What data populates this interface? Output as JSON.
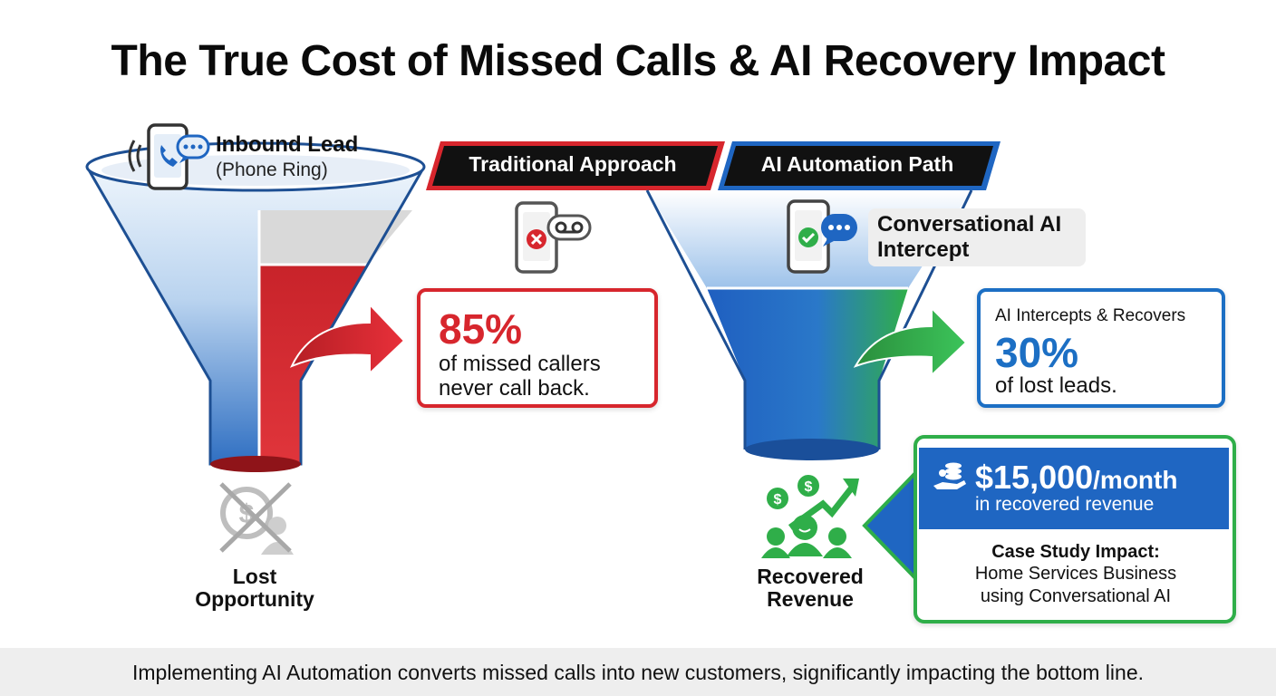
{
  "title": "The True Cost of Missed Calls & AI Recovery Impact",
  "inbound": {
    "title": "Inbound Lead",
    "subtitle": "(Phone Ring)"
  },
  "ribbons": {
    "traditional": "Traditional Approach",
    "ai": "AI Automation Path"
  },
  "traditional": {
    "percent": "85%",
    "line1": "of missed callers",
    "line2": "never call back."
  },
  "ai_callout": {
    "line1": "Conversational AI",
    "line2": "Intercept"
  },
  "ai_recover": {
    "top": "AI Intercepts & Recovers",
    "percent": "30%",
    "bottom": "of lost leads."
  },
  "revenue": {
    "amount": "$15,000",
    "unit": "/month",
    "sub": "in recovered revenue"
  },
  "case_study": {
    "title": "Case Study Impact:",
    "line1": "Home Services Business",
    "line2": "using Conversational AI"
  },
  "lost": {
    "line1": "Lost",
    "line2": "Opportunity"
  },
  "recovered": {
    "line1": "Recovered",
    "line2": "Revenue"
  },
  "footer": "Implementing AI Automation converts missed calls into new customers, significantly impacting the bottom line.",
  "colors": {
    "red": "#d7262d",
    "blue": "#1f66c2",
    "green": "#2fae49",
    "dark": "#0f1a2b"
  },
  "icons": [
    "phone-chat-icon",
    "phone-voicemail-icon",
    "phone-ai-chat-icon",
    "lost-opportunity-icon",
    "recovered-revenue-icon",
    "hand-coins-icon",
    "red-arrow-icon",
    "green-arrow-icon",
    "callout-arrow-icon"
  ]
}
